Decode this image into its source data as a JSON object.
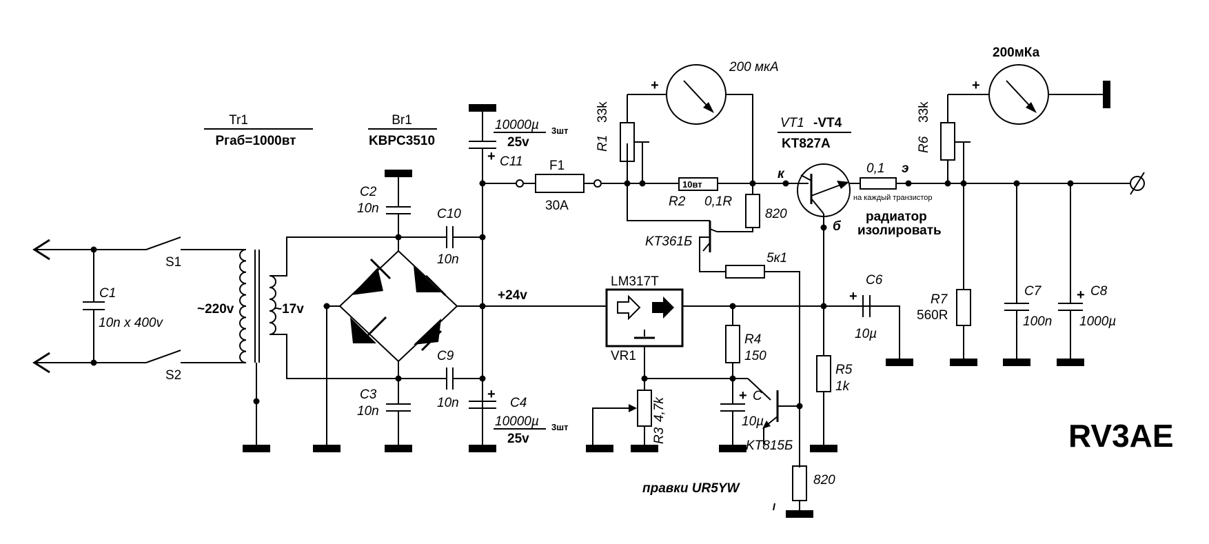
{
  "labels": {
    "tr1_name": "Tr1",
    "tr1_power": "Pгаб=1000вт",
    "br1_name": "Br1",
    "br1_type": "KBPC3510",
    "c1": "C1",
    "c1_value": "10n x 400v",
    "s1": "S1",
    "s2": "S2",
    "v220": "~220v",
    "v17": "~17v",
    "c2": "C2",
    "c2_value": "10n",
    "c3": "C3",
    "c3_value": "10n",
    "c10": "C10",
    "c10_value": "10n",
    "c9": "C9",
    "c9_value": "10n",
    "c11_value": "10000µ",
    "c11_qty": "3шт",
    "c11_volt": "25v",
    "c11": "C11",
    "c4": "C4",
    "c4_value": "10000µ",
    "c4_qty": "3шт",
    "c4_volt": "25v",
    "f1": "F1",
    "f1_value": "30A",
    "v24": "+24v",
    "lm317": "LM317T",
    "vr1": "VR1",
    "r1": "R1",
    "r1_value": "33k",
    "r2": "R2",
    "r2_value": "0,1R",
    "r2_power": "10вт",
    "r820_top": "820",
    "kt361": "KT361Б",
    "r5k1": "5к1",
    "meter1": "200 мкА",
    "vt_name": "VT1",
    "vt_range": "-VT4",
    "vt_type": "KT827A",
    "pin_k": "к",
    "pin_e": "э",
    "pin_b": "б",
    "re_value": "0,1",
    "re_note": "на каждый транзистор",
    "radiator_1": "радиатор",
    "radiator_2": "изолировать",
    "c6": "C6",
    "c6_value": "10µ",
    "r4": "R4",
    "r4_value": "150",
    "r5": "R5",
    "r5_value": "1k",
    "r3": "R3",
    "r3_value": "4,7k",
    "cc": "C",
    "cc_value": "10µ",
    "kt815": "KT815Б",
    "r820_bottom": "820",
    "edits": "правки UR5YW",
    "meter2": "200мКа",
    "r6": "R6",
    "r6_value": "33k",
    "r7": "R7",
    "r7_value": "560R",
    "c7": "C7",
    "c7_value": "100n",
    "c8": "C8",
    "c8_value": "1000µ",
    "callsign": "RV3AE"
  }
}
